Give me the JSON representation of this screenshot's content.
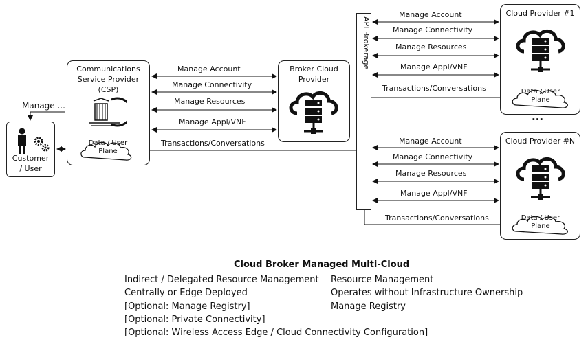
{
  "customer": {
    "label_line1": "Customer",
    "label_line2": "/ User",
    "manage_label": "Manage ..."
  },
  "csp": {
    "line1": "Communications",
    "line2": "Service Provider",
    "line3": "(CSP)",
    "plane_line1": "Data / User",
    "plane_line2": "Plane"
  },
  "broker": {
    "line1": "Broker Cloud",
    "line2": "Provider"
  },
  "brokerage": {
    "label": "API Brokerage"
  },
  "cp1": {
    "title": "Cloud Provider #1",
    "plane_line1": "Data / User",
    "plane_line2": "Plane"
  },
  "cpn": {
    "title": "Cloud Provider #N",
    "plane_line1": "Data / User",
    "plane_line2": "Plane"
  },
  "ellipsis": "...",
  "links": {
    "manage_account": "Manage Account",
    "manage_connectivity": "Manage Connectivity",
    "manage_resources": "Manage Resources",
    "manage_appl_vnf": "Manage Appl/VNF",
    "transactions": "Transactions/Conversations"
  },
  "caption": {
    "title": "Cloud Broker Managed Multi-Cloud",
    "left": [
      "Indirect / Delegated Resource Management",
      "Centrally or Edge Deployed",
      "[Optional: Manage Registry]",
      "[Optional: Private Connectivity]",
      "[Optional: Wireless Access Edge / Cloud Connectivity Configuration]"
    ],
    "right": [
      "Resource Management",
      "Operates without  Infrastructure Ownership",
      "Manage Registry"
    ]
  }
}
